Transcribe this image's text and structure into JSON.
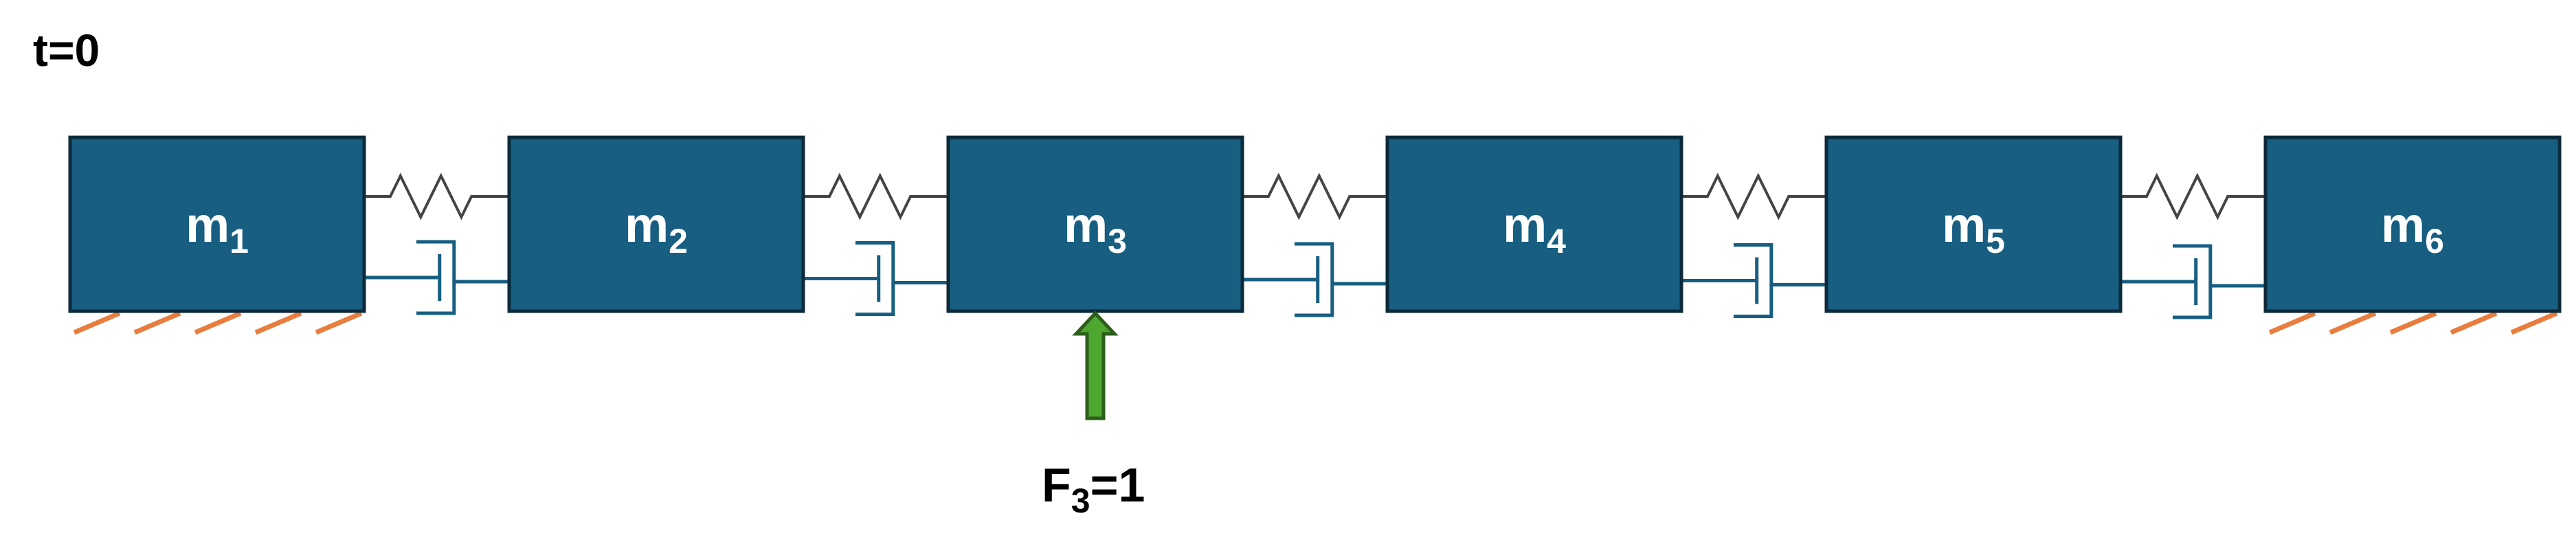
{
  "time_label": "t=0",
  "masses": [
    {
      "base": "m",
      "sub": "1"
    },
    {
      "base": "m",
      "sub": "2"
    },
    {
      "base": "m",
      "sub": "3"
    },
    {
      "base": "m",
      "sub": "4"
    },
    {
      "base": "m",
      "sub": "5"
    },
    {
      "base": "m",
      "sub": "6"
    }
  ],
  "force": {
    "base": "F",
    "sub": "3",
    "suffix": "=1",
    "applied_to_mass": 3
  },
  "grounded_masses": [
    1,
    6
  ],
  "colors": {
    "mass_fill": "#175e81",
    "spring": "#444444",
    "damper": "#175e81",
    "ground_hatch": "#e87d3e",
    "force_arrow": "#4ea72e"
  }
}
